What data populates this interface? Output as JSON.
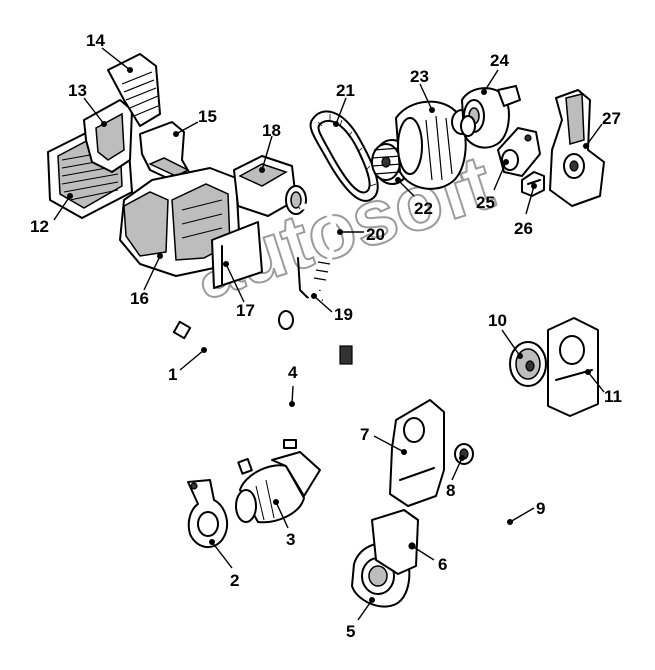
{
  "diagram": {
    "labels": {
      "n1": "1",
      "n2": "2",
      "n3": "3",
      "n4": "4",
      "n5": "5",
      "n6": "6",
      "n7": "7",
      "n8": "8",
      "n9": "9",
      "n10": "10",
      "n11": "11",
      "n12": "12",
      "n13": "13",
      "n14": "14",
      "n15": "15",
      "n16": "16",
      "n17": "17",
      "n18": "18",
      "n19": "19",
      "n20": "20",
      "n21": "21",
      "n22": "22",
      "n23": "23",
      "n24": "24",
      "n25": "25",
      "n26": "26",
      "n27": "27"
    },
    "watermark": "autosoft"
  }
}
